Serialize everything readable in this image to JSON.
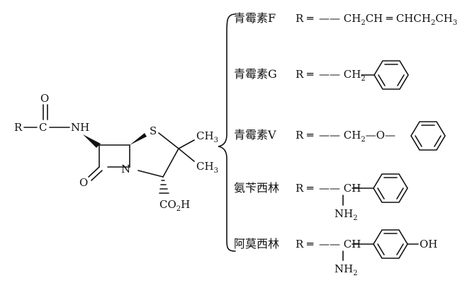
{
  "core": {
    "r": "R",
    "o_carbonyl": "O",
    "c": "C",
    "nh": "NH",
    "s": "S",
    "ch3": "CH",
    "ch3_sub": "3",
    "n": "N",
    "o_lactam": "O",
    "co2h": "CO",
    "co2h_sub": "2",
    "co2h_tail": "H"
  },
  "variants": [
    {
      "name": "青霉素F",
      "r_eq": "R ═",
      "parts": [
        "—— CH",
        "2",
        "CH ═ CHCH",
        "2",
        "CH",
        "3"
      ]
    },
    {
      "name": "青霉素G",
      "r_eq": "R ═",
      "parts": [
        "—— CH",
        "2"
      ]
    },
    {
      "name": "青霉素V",
      "r_eq": "R ═",
      "parts": [
        "—— CH",
        "2",
        "—O—"
      ]
    },
    {
      "name": "氨苄西林",
      "r_eq": "R ═",
      "parts": [
        "—— CH",
        "NH",
        "2"
      ]
    },
    {
      "name": "阿莫西林",
      "r_eq": "R ═",
      "parts": [
        "—— CH",
        "NH",
        "2",
        "OH"
      ]
    }
  ]
}
